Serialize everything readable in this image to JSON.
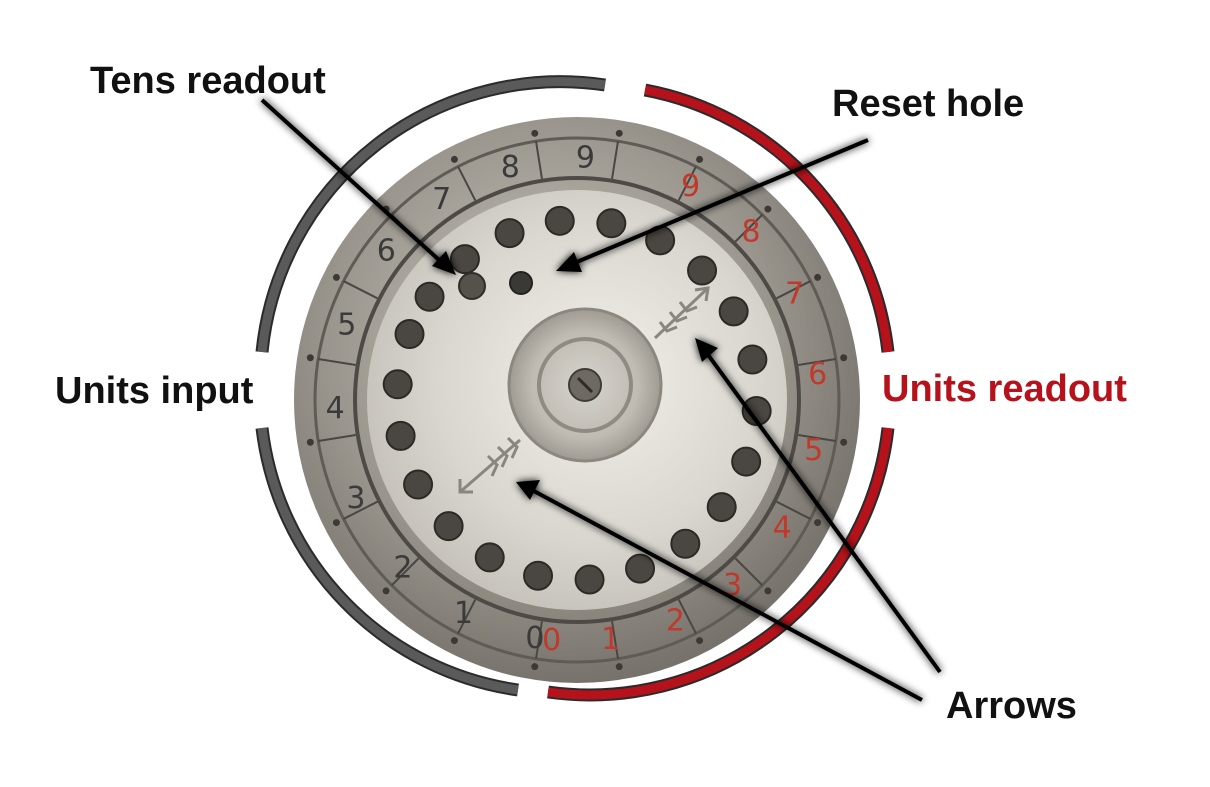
{
  "labels": {
    "tens_readout": "Tens readout",
    "reset_hole": "Reset hole",
    "units_input": "Units input",
    "units_readout": "Units readout",
    "arrows": "Arrows"
  },
  "dial": {
    "input_digits": [
      "0",
      "1",
      "2",
      "3",
      "4",
      "5",
      "6",
      "7",
      "8",
      "9"
    ],
    "readout_digits": [
      "9",
      "8",
      "7",
      "6",
      "5",
      "4",
      "3",
      "2",
      "1",
      "0"
    ]
  },
  "colors": {
    "input_arc": "#5a5a5a",
    "readout_arc": "#b5121b",
    "readout_digits": "#c0392b",
    "input_digits": "#3a3a3a",
    "units_readout_label": "#b5121b"
  }
}
